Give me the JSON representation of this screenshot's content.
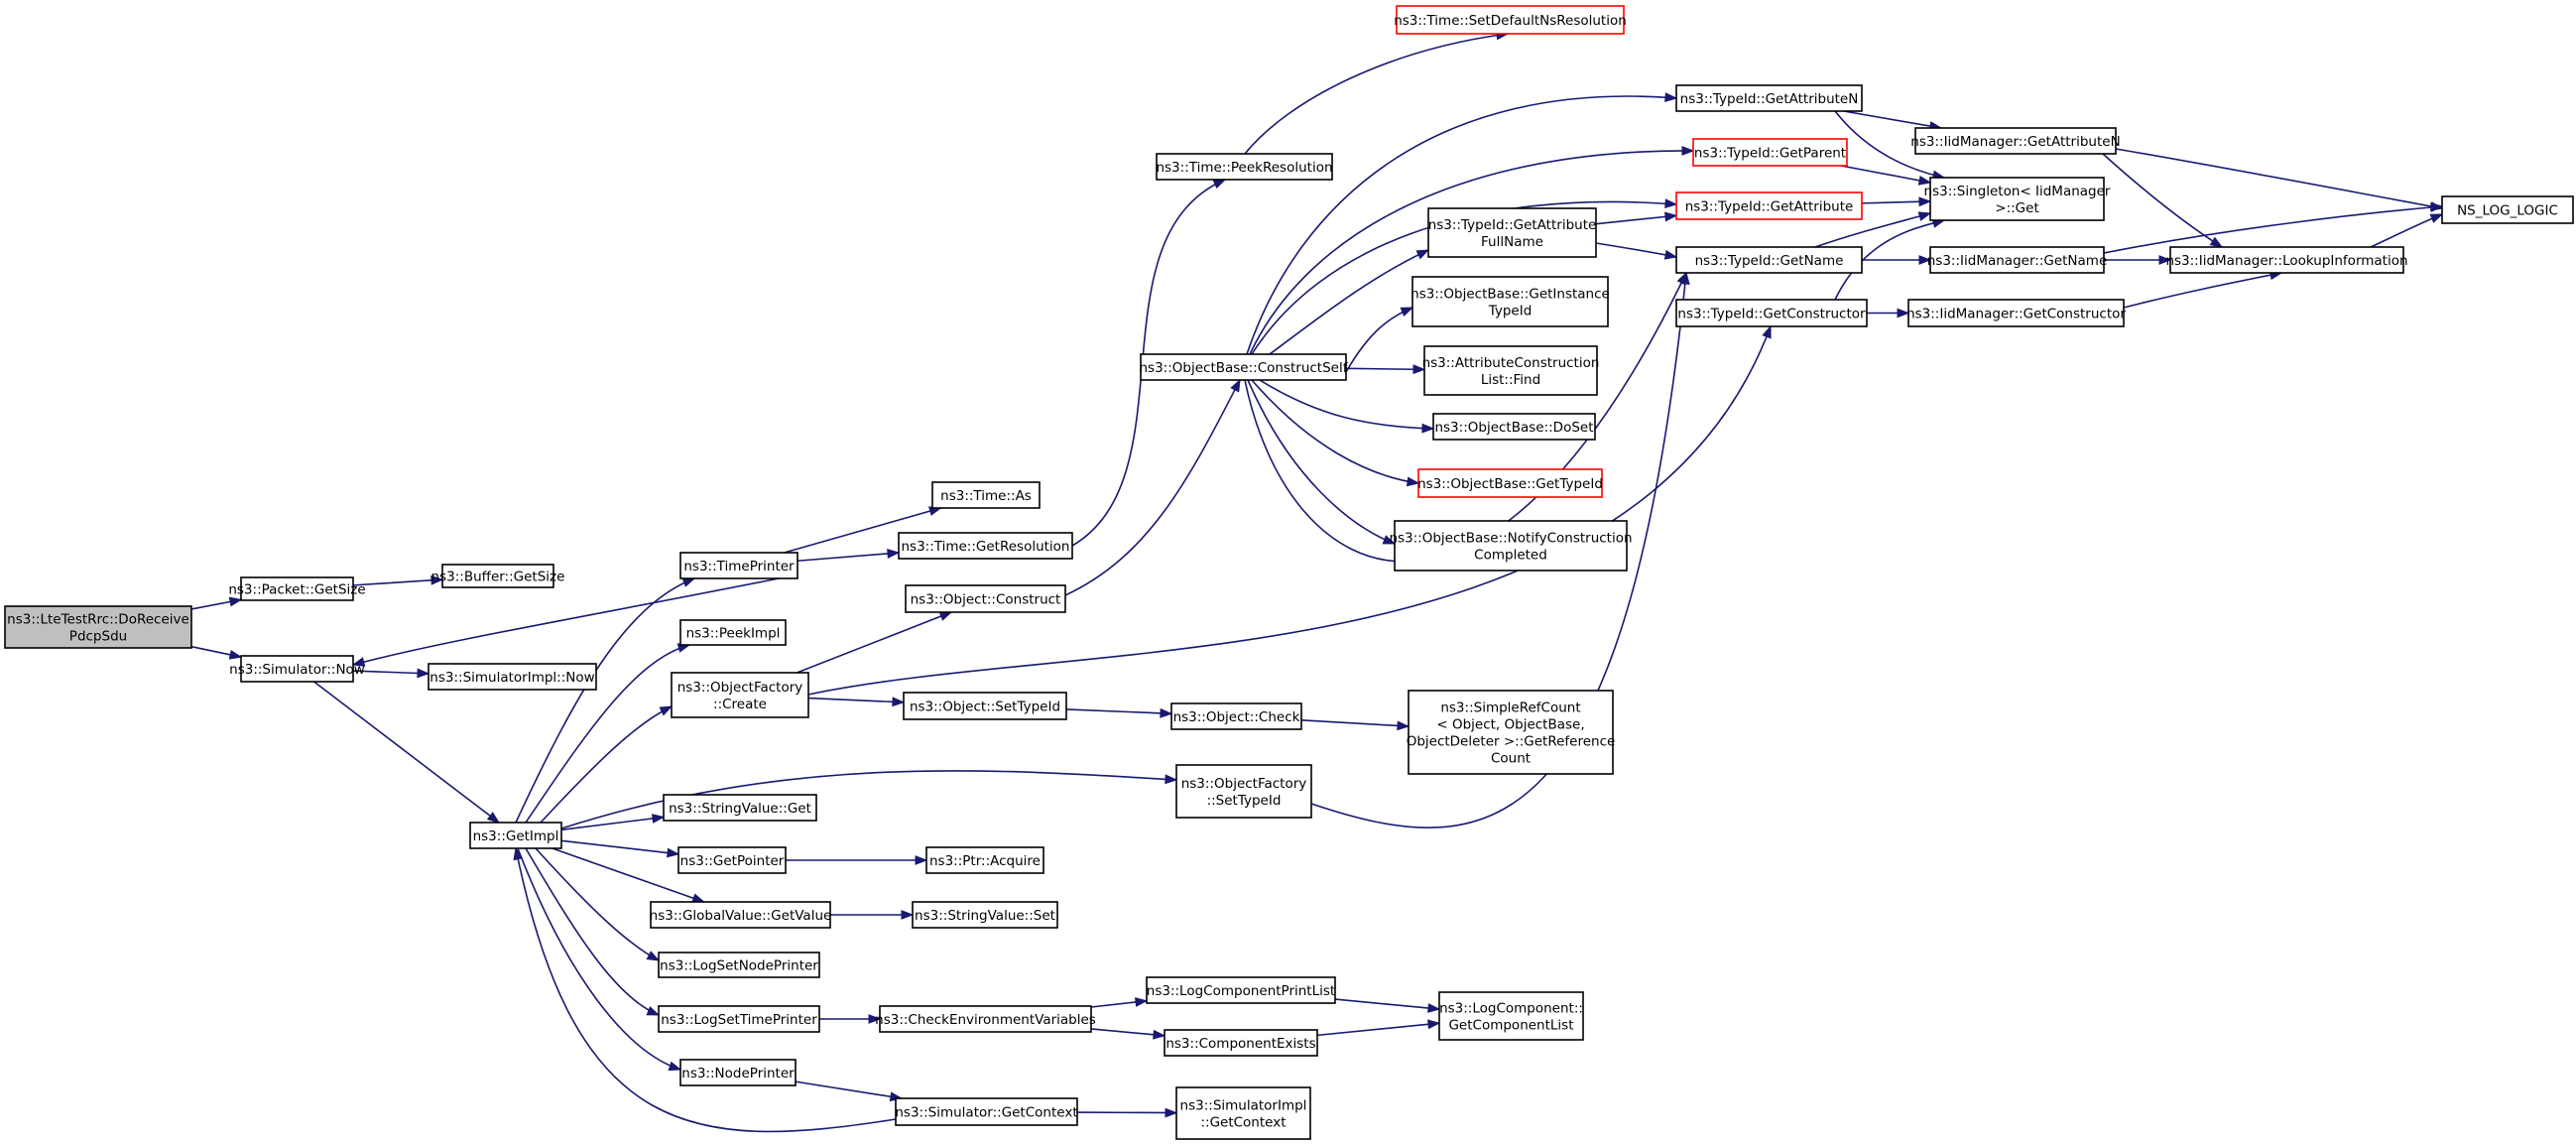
{
  "graph": {
    "colors": {
      "edge": "#191970",
      "node_border": "#000000",
      "truncated_border": "#ff0000",
      "root_fill": "#bfbfbf",
      "node_fill": "#ffffff",
      "background": "#ffffff"
    },
    "nodes": [
      {
        "id": "root",
        "label": [
          "ns3::LteTestRrc::DoReceive",
          "PdcpSdu"
        ],
        "kind": "root"
      },
      {
        "id": "packet_getsize",
        "label": [
          "ns3::Packet::GetSize"
        ]
      },
      {
        "id": "buffer_getsize",
        "label": [
          "ns3::Buffer::GetSize"
        ]
      },
      {
        "id": "simulator_now",
        "label": [
          "ns3::Simulator::Now"
        ]
      },
      {
        "id": "simimpl_now",
        "label": [
          "ns3::SimulatorImpl::Now"
        ]
      },
      {
        "id": "getimpl",
        "label": [
          "ns3::GetImpl"
        ]
      },
      {
        "id": "timeprinter",
        "label": [
          "ns3::TimePrinter"
        ]
      },
      {
        "id": "peekimpl",
        "label": [
          "ns3::PeekImpl"
        ]
      },
      {
        "id": "objfactory_create",
        "label": [
          "ns3::ObjectFactory",
          "::Create"
        ]
      },
      {
        "id": "stringvalue_get",
        "label": [
          "ns3::StringValue::Get"
        ]
      },
      {
        "id": "getpointer",
        "label": [
          "ns3::GetPointer"
        ]
      },
      {
        "id": "globalvalue_get",
        "label": [
          "ns3::GlobalValue::GetValue"
        ]
      },
      {
        "id": "lognodeprinter",
        "label": [
          "ns3::LogSetNodePrinter"
        ]
      },
      {
        "id": "logtimeprinter",
        "label": [
          "ns3::LogSetTimePrinter"
        ]
      },
      {
        "id": "nodeprinter",
        "label": [
          "ns3::NodePrinter"
        ]
      },
      {
        "id": "time_as",
        "label": [
          "ns3::Time::As"
        ]
      },
      {
        "id": "time_getres",
        "label": [
          "ns3::Time::GetResolution"
        ]
      },
      {
        "id": "object_construct",
        "label": [
          "ns3::Object::Construct"
        ]
      },
      {
        "id": "object_settypeid",
        "label": [
          "ns3::Object::SetTypeId"
        ]
      },
      {
        "id": "ptr_acquire",
        "label": [
          "ns3::Ptr::Acquire"
        ]
      },
      {
        "id": "stringvalue_set",
        "label": [
          "ns3::StringValue::Set"
        ]
      },
      {
        "id": "checkenv",
        "label": [
          "ns3::CheckEnvironmentVariables"
        ]
      },
      {
        "id": "sim_getcontext",
        "label": [
          "ns3::Simulator::GetContext"
        ]
      },
      {
        "id": "time_peekres",
        "label": [
          "ns3::Time::PeekResolution"
        ]
      },
      {
        "id": "objbase_construct",
        "label": [
          "ns3::ObjectBase::ConstructSelf"
        ]
      },
      {
        "id": "object_check",
        "label": [
          "ns3::Object::Check"
        ]
      },
      {
        "id": "objfactory_settid",
        "label": [
          "ns3::ObjectFactory",
          "::SetTypeId"
        ]
      },
      {
        "id": "logprintlist",
        "label": [
          "ns3::LogComponentPrintList"
        ]
      },
      {
        "id": "compexists",
        "label": [
          "ns3::ComponentExists"
        ]
      },
      {
        "id": "simimpl_getctx",
        "label": [
          "ns3::SimulatorImpl",
          "::GetContext"
        ]
      },
      {
        "id": "time_setdefres",
        "label": [
          "ns3::Time::SetDefaultNsResolution"
        ],
        "truncated": true
      },
      {
        "id": "tid_getattrfull",
        "label": [
          "ns3::TypeId::GetAttribute",
          "FullName"
        ]
      },
      {
        "id": "objbase_getinst",
        "label": [
          "ns3::ObjectBase::GetInstance",
          "TypeId"
        ]
      },
      {
        "id": "attrlist_find",
        "label": [
          "ns3::AttributeConstruction",
          "List::Find"
        ]
      },
      {
        "id": "objbase_doset",
        "label": [
          "ns3::ObjectBase::DoSet"
        ]
      },
      {
        "id": "objbase_gettid",
        "label": [
          "ns3::ObjectBase::GetTypeId"
        ],
        "truncated": true
      },
      {
        "id": "objbase_notify",
        "label": [
          "ns3::ObjectBase::NotifyConstruction",
          "Completed"
        ]
      },
      {
        "id": "simplerefcount",
        "label": [
          "ns3::SimpleRefCount",
          "< Object, ObjectBase,",
          "ObjectDeleter >::GetReference",
          "Count"
        ]
      },
      {
        "id": "logcomp_getlist",
        "label": [
          "ns3::LogComponent::",
          "GetComponentList"
        ]
      },
      {
        "id": "tid_getattrn",
        "label": [
          "ns3::TypeId::GetAttributeN"
        ]
      },
      {
        "id": "tid_getparent",
        "label": [
          "ns3::TypeId::GetParent"
        ],
        "truncated": true
      },
      {
        "id": "tid_getattr",
        "label": [
          "ns3::TypeId::GetAttribute"
        ],
        "truncated": true
      },
      {
        "id": "tid_getname",
        "label": [
          "ns3::TypeId::GetName"
        ]
      },
      {
        "id": "tid_getctor",
        "label": [
          "ns3::TypeId::GetConstructor"
        ]
      },
      {
        "id": "iid_getattrn",
        "label": [
          "ns3::IidManager::GetAttributeN"
        ]
      },
      {
        "id": "singleton_get",
        "label": [
          "ns3::Singleton< IidManager",
          ">::Get"
        ]
      },
      {
        "id": "iid_getname",
        "label": [
          "ns3::IidManager::GetName"
        ]
      },
      {
        "id": "iid_getctor",
        "label": [
          "ns3::IidManager::GetConstructor"
        ]
      },
      {
        "id": "iid_lookup",
        "label": [
          "ns3::IidManager::LookupInformation"
        ]
      },
      {
        "id": "ns_log_logic",
        "label": [
          "NS_LOG_LOGIC"
        ]
      }
    ],
    "edges": [
      [
        "root",
        "packet_getsize"
      ],
      [
        "root",
        "simulator_now"
      ],
      [
        "packet_getsize",
        "buffer_getsize"
      ],
      [
        "simulator_now",
        "simimpl_now"
      ],
      [
        "simulator_now",
        "getimpl"
      ],
      [
        "timeprinter",
        "simulator_now"
      ],
      [
        "timeprinter",
        "time_as"
      ],
      [
        "timeprinter",
        "time_getres"
      ],
      [
        "getimpl",
        "timeprinter"
      ],
      [
        "getimpl",
        "peekimpl"
      ],
      [
        "getimpl",
        "objfactory_create"
      ],
      [
        "getimpl",
        "stringvalue_get"
      ],
      [
        "getimpl",
        "getpointer"
      ],
      [
        "getimpl",
        "globalvalue_get"
      ],
      [
        "getimpl",
        "lognodeprinter"
      ],
      [
        "getimpl",
        "logtimeprinter"
      ],
      [
        "getimpl",
        "nodeprinter"
      ],
      [
        "getimpl",
        "objfactory_settid"
      ],
      [
        "sim_getcontext",
        "getimpl"
      ],
      [
        "time_getres",
        "time_peekres"
      ],
      [
        "time_peekres",
        "time_setdefres"
      ],
      [
        "objfactory_create",
        "object_construct"
      ],
      [
        "objfactory_create",
        "object_settypeid"
      ],
      [
        "objfactory_create",
        "tid_getctor"
      ],
      [
        "object_construct",
        "objbase_construct"
      ],
      [
        "object_settypeid",
        "object_check"
      ],
      [
        "object_check",
        "simplerefcount"
      ],
      [
        "getpointer",
        "ptr_acquire"
      ],
      [
        "globalvalue_get",
        "stringvalue_set"
      ],
      [
        "logtimeprinter",
        "checkenv"
      ],
      [
        "checkenv",
        "logprintlist"
      ],
      [
        "checkenv",
        "compexists"
      ],
      [
        "logprintlist",
        "logcomp_getlist"
      ],
      [
        "compexists",
        "logcomp_getlist"
      ],
      [
        "nodeprinter",
        "sim_getcontext"
      ],
      [
        "sim_getcontext",
        "simimpl_getctx"
      ],
      [
        "objbase_construct",
        "tid_getattrn"
      ],
      [
        "objbase_construct",
        "tid_getparent"
      ],
      [
        "objbase_construct",
        "tid_getattr"
      ],
      [
        "objbase_construct",
        "tid_getattrfull"
      ],
      [
        "objbase_construct",
        "objbase_getinst"
      ],
      [
        "objbase_construct",
        "attrlist_find"
      ],
      [
        "objbase_construct",
        "objbase_doset"
      ],
      [
        "objbase_construct",
        "objbase_gettid"
      ],
      [
        "objbase_construct",
        "objbase_notify"
      ],
      [
        "objbase_construct",
        "tid_getname"
      ],
      [
        "objfactory_settid",
        "tid_getname"
      ],
      [
        "tid_getattrfull",
        "tid_getattr"
      ],
      [
        "tid_getattrfull",
        "tid_getname"
      ],
      [
        "tid_getattrn",
        "iid_getattrn"
      ],
      [
        "tid_getattrn",
        "singleton_get"
      ],
      [
        "tid_getparent",
        "singleton_get"
      ],
      [
        "tid_getattr",
        "singleton_get"
      ],
      [
        "tid_getname",
        "singleton_get"
      ],
      [
        "tid_getname",
        "iid_getname"
      ],
      [
        "tid_getctor",
        "singleton_get"
      ],
      [
        "tid_getctor",
        "iid_getctor"
      ],
      [
        "iid_getattrn",
        "iid_lookup"
      ],
      [
        "iid_getattrn",
        "ns_log_logic"
      ],
      [
        "iid_getname",
        "iid_lookup"
      ],
      [
        "iid_getname",
        "ns_log_logic"
      ],
      [
        "iid_getctor",
        "iid_lookup"
      ],
      [
        "iid_lookup",
        "ns_log_logic"
      ]
    ]
  }
}
